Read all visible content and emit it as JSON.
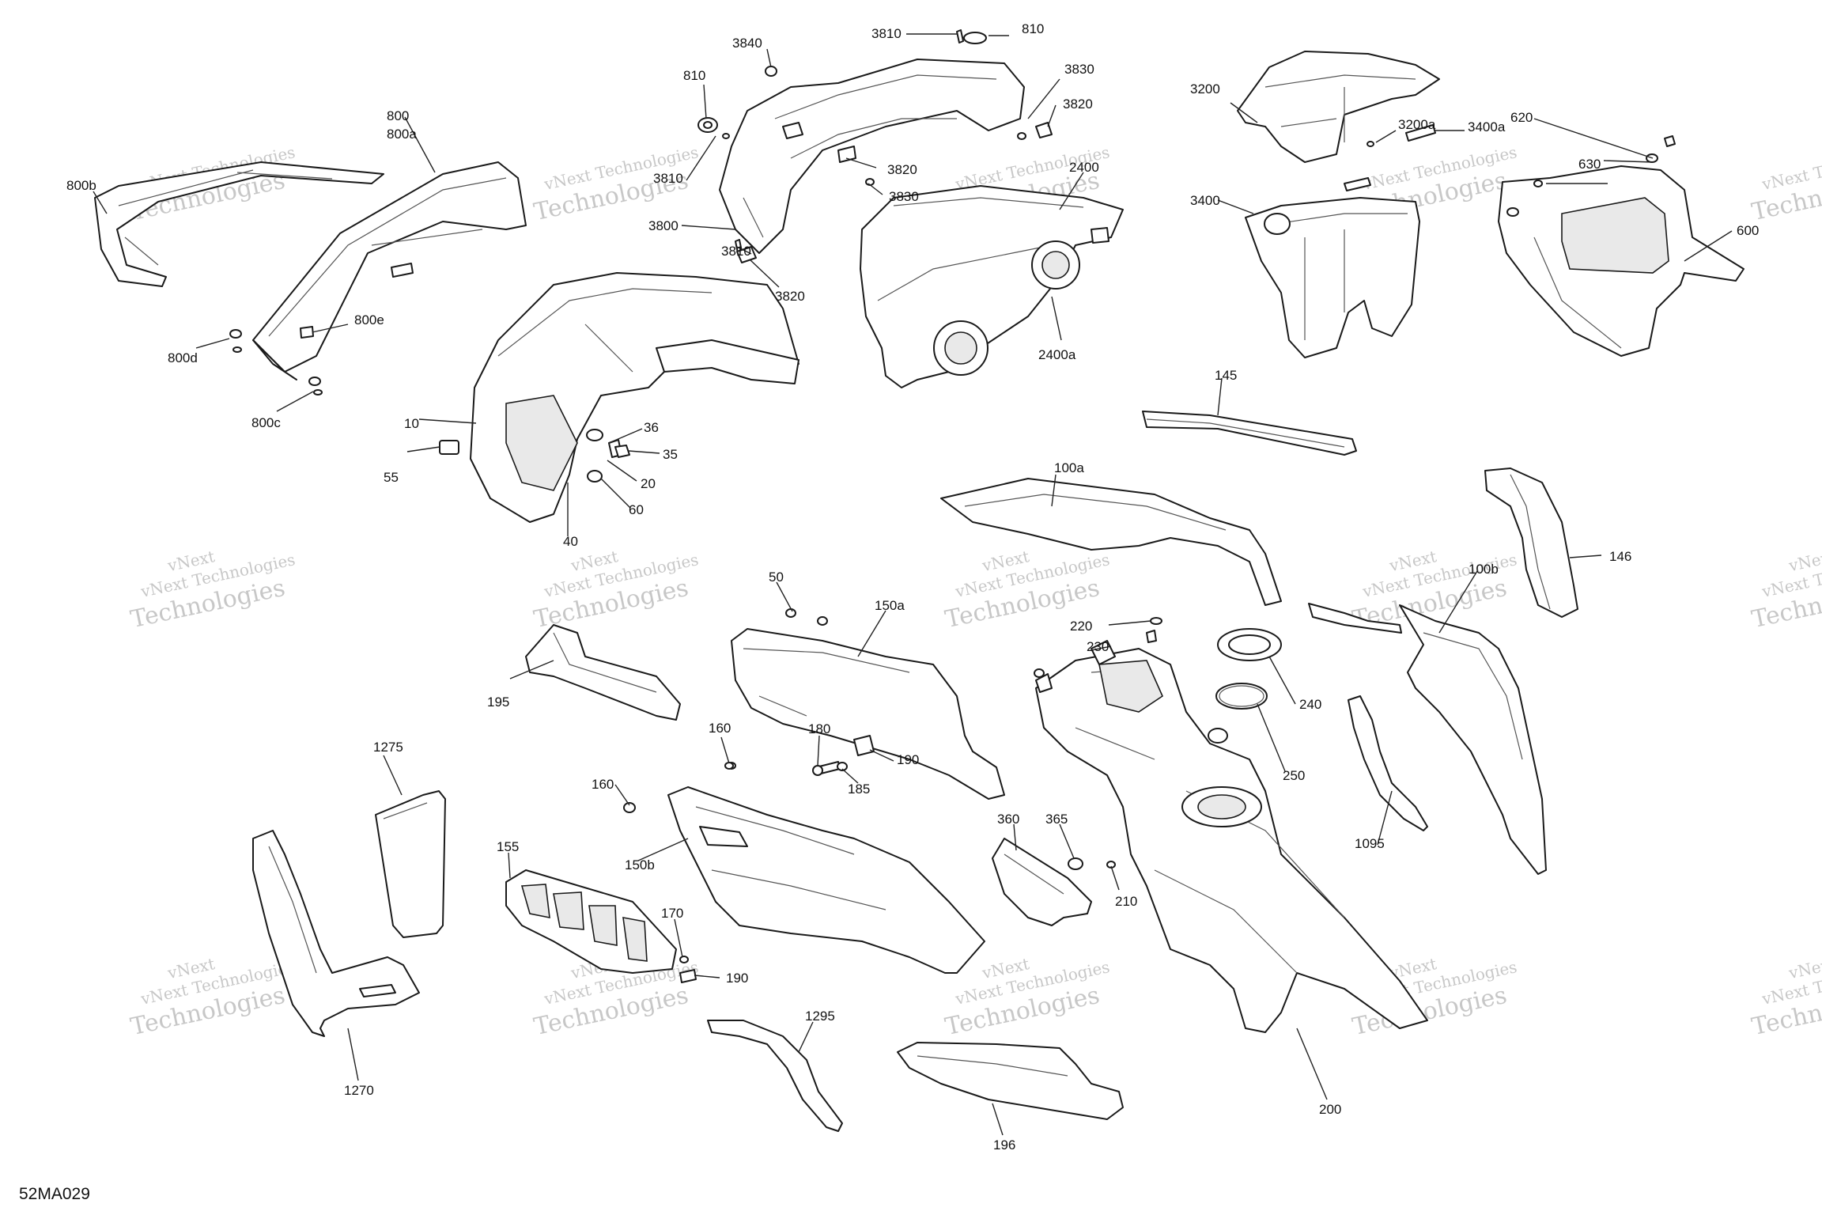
{
  "diagram_code": "52MA029",
  "watermark": {
    "line_small": "vNext Technologies",
    "line_large": "Technologies",
    "line_tiny": "vNext"
  },
  "callouts": [
    {
      "id": "c-800",
      "text": "800"
    },
    {
      "id": "c-800a",
      "text": "800a"
    },
    {
      "id": "c-800b",
      "text": "800b"
    },
    {
      "id": "c-800d",
      "text": "800d"
    },
    {
      "id": "c-800e",
      "text": "800e"
    },
    {
      "id": "c-800c",
      "text": "800c"
    },
    {
      "id": "c-3840",
      "text": "3840"
    },
    {
      "id": "c-3810a",
      "text": "3810"
    },
    {
      "id": "c-810a",
      "text": "810"
    },
    {
      "id": "c-810b",
      "text": "810"
    },
    {
      "id": "c-3830a",
      "text": "3830"
    },
    {
      "id": "c-3820a",
      "text": "3820"
    },
    {
      "id": "c-3810b",
      "text": "3810"
    },
    {
      "id": "c-3820b",
      "text": "3820"
    },
    {
      "id": "c-3830b",
      "text": "3830"
    },
    {
      "id": "c-3800",
      "text": "3800"
    },
    {
      "id": "c-3810c",
      "text": "3810"
    },
    {
      "id": "c-3820c",
      "text": "3820"
    },
    {
      "id": "c-2400",
      "text": "2400"
    },
    {
      "id": "c-2400a",
      "text": "2400a"
    },
    {
      "id": "c-3200",
      "text": "3200"
    },
    {
      "id": "c-3200a",
      "text": "3200a"
    },
    {
      "id": "c-3400a",
      "text": "3400a"
    },
    {
      "id": "c-3400",
      "text": "3400"
    },
    {
      "id": "c-620",
      "text": "620"
    },
    {
      "id": "c-630",
      "text": "630"
    },
    {
      "id": "c-600",
      "text": "600"
    },
    {
      "id": "c-10",
      "text": "10"
    },
    {
      "id": "c-36",
      "text": "36"
    },
    {
      "id": "c-35",
      "text": "35"
    },
    {
      "id": "c-55",
      "text": "55"
    },
    {
      "id": "c-20",
      "text": "20"
    },
    {
      "id": "c-60",
      "text": "60"
    },
    {
      "id": "c-40",
      "text": "40"
    },
    {
      "id": "c-145",
      "text": "145"
    },
    {
      "id": "c-100a",
      "text": "100a"
    },
    {
      "id": "c-146",
      "text": "146"
    },
    {
      "id": "c-100b",
      "text": "100b"
    },
    {
      "id": "c-50",
      "text": "50"
    },
    {
      "id": "c-150a",
      "text": "150a"
    },
    {
      "id": "c-195",
      "text": "195"
    },
    {
      "id": "c-160a",
      "text": "160"
    },
    {
      "id": "c-180",
      "text": "180"
    },
    {
      "id": "c-190a",
      "text": "190"
    },
    {
      "id": "c-185",
      "text": "185"
    },
    {
      "id": "c-220",
      "text": "220"
    },
    {
      "id": "c-230",
      "text": "230"
    },
    {
      "id": "c-240",
      "text": "240"
    },
    {
      "id": "c-250",
      "text": "250"
    },
    {
      "id": "c-1095",
      "text": "1095"
    },
    {
      "id": "c-1275",
      "text": "1275"
    },
    {
      "id": "c-160b",
      "text": "160"
    },
    {
      "id": "c-155",
      "text": "155"
    },
    {
      "id": "c-150b",
      "text": "150b"
    },
    {
      "id": "c-360",
      "text": "360"
    },
    {
      "id": "c-365",
      "text": "365"
    },
    {
      "id": "c-210",
      "text": "210"
    },
    {
      "id": "c-170",
      "text": "170"
    },
    {
      "id": "c-190b",
      "text": "190"
    },
    {
      "id": "c-1270",
      "text": "1270"
    },
    {
      "id": "c-1295",
      "text": "1295"
    },
    {
      "id": "c-196",
      "text": "196"
    },
    {
      "id": "c-200",
      "text": "200"
    }
  ]
}
